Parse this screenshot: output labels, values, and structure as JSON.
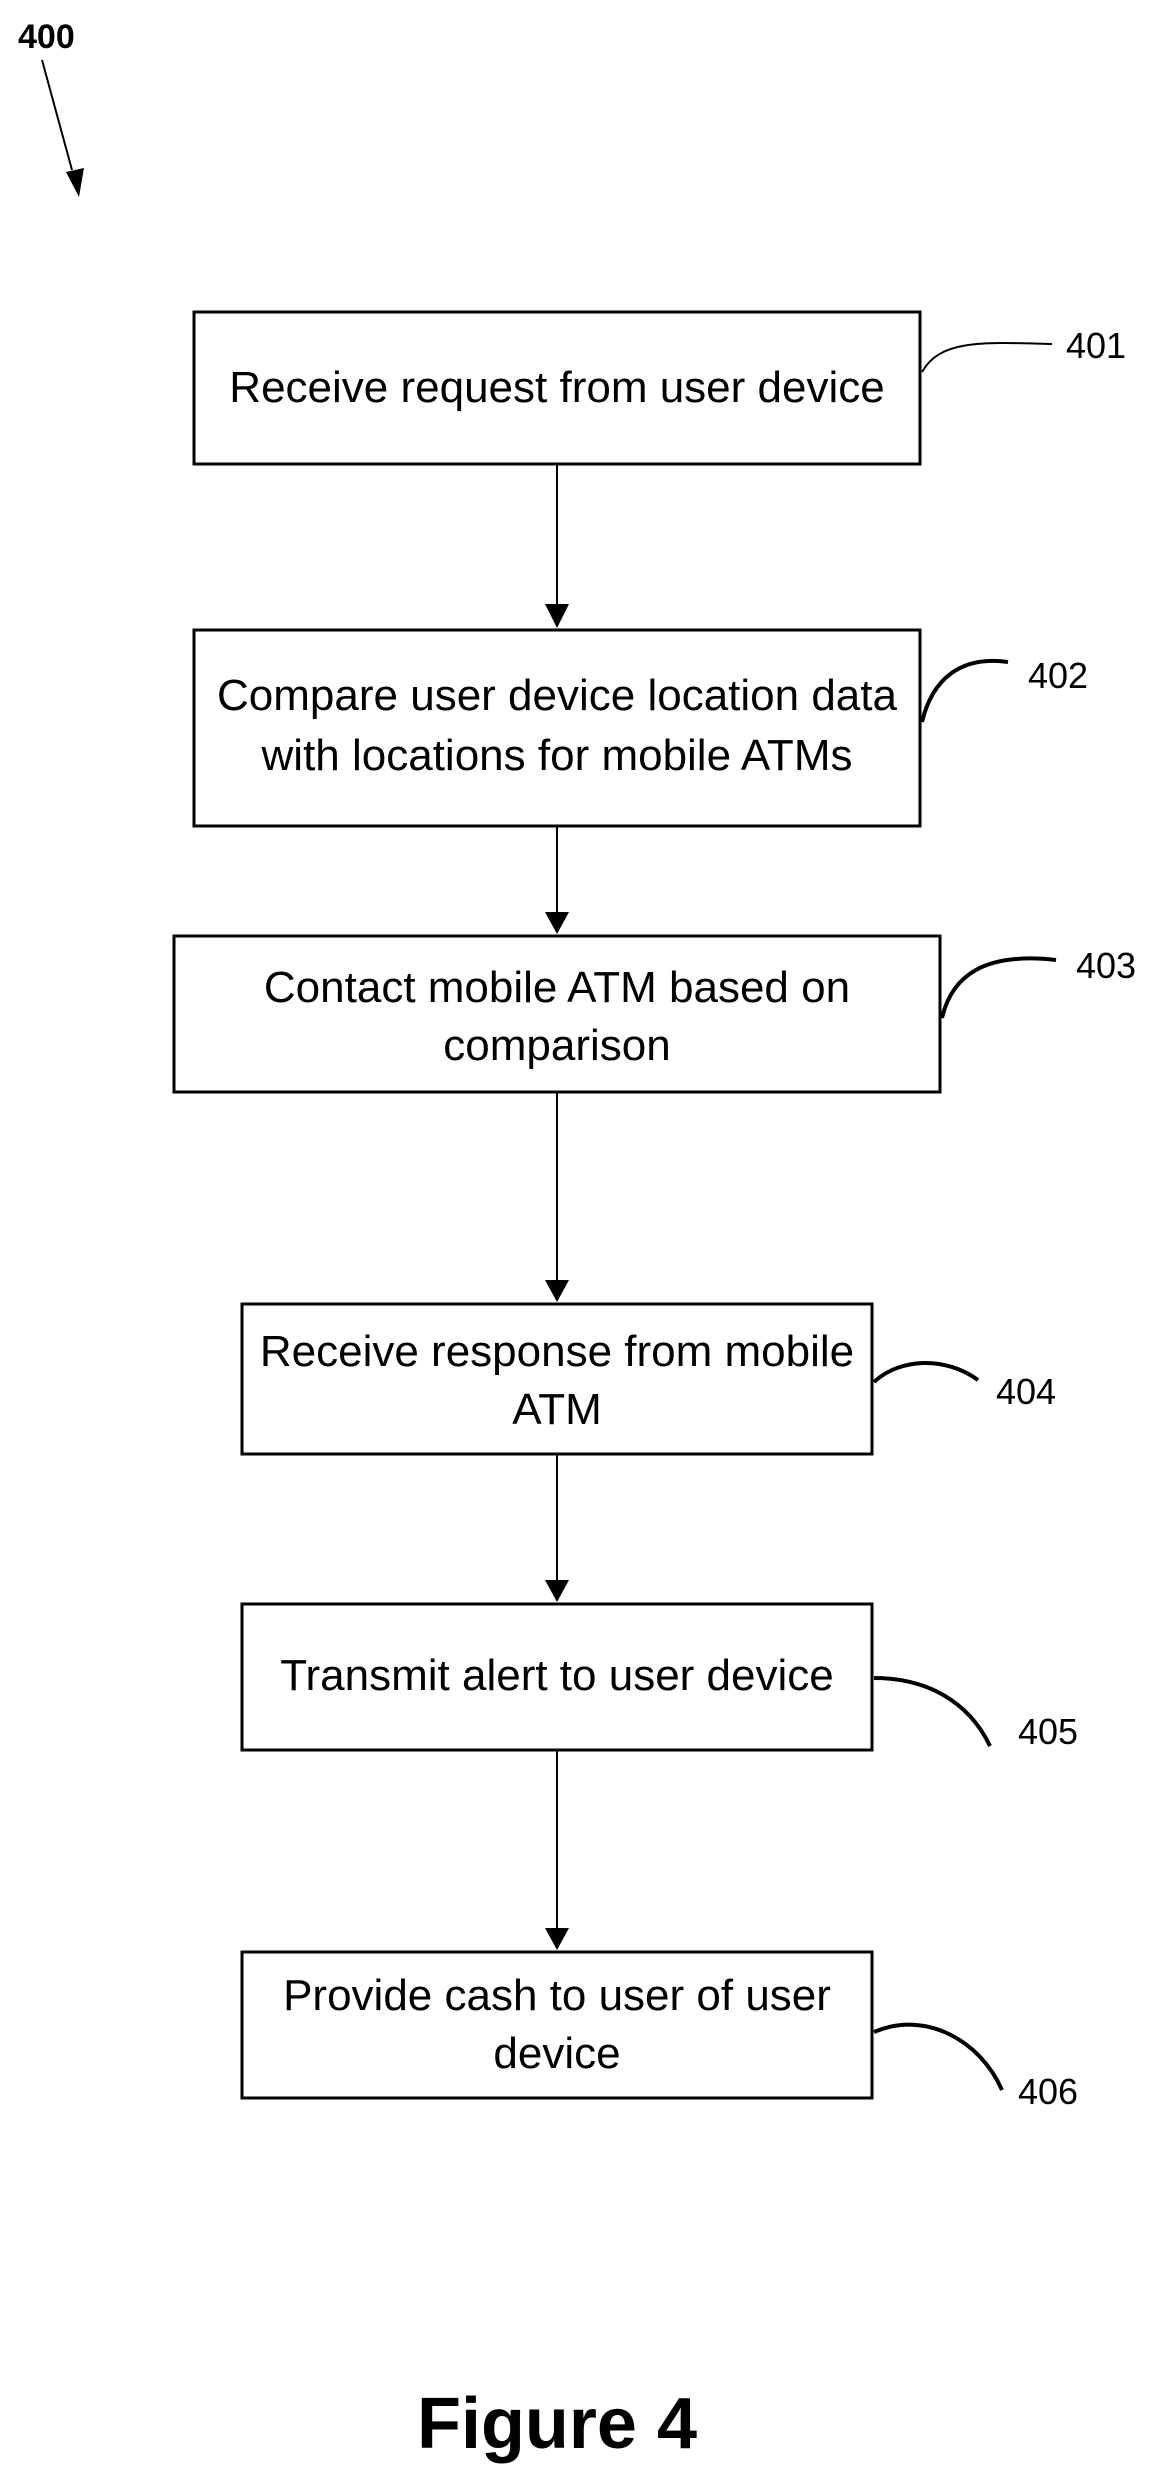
{
  "figure_number": "400",
  "caption": "Figure 4",
  "steps": [
    {
      "ref": "401",
      "lines": [
        "Receive request from user device"
      ]
    },
    {
      "ref": "402",
      "lines": [
        "Compare user device location data",
        "with locations for mobile ATMs"
      ]
    },
    {
      "ref": "403",
      "lines": [
        "Contact mobile ATM based on",
        "comparison"
      ]
    },
    {
      "ref": "404",
      "lines": [
        "Receive response from mobile",
        "ATM"
      ]
    },
    {
      "ref": "405",
      "lines": [
        "Transmit alert to user device"
      ]
    },
    {
      "ref": "406",
      "lines": [
        "Provide cash to user of user",
        "device"
      ]
    }
  ]
}
